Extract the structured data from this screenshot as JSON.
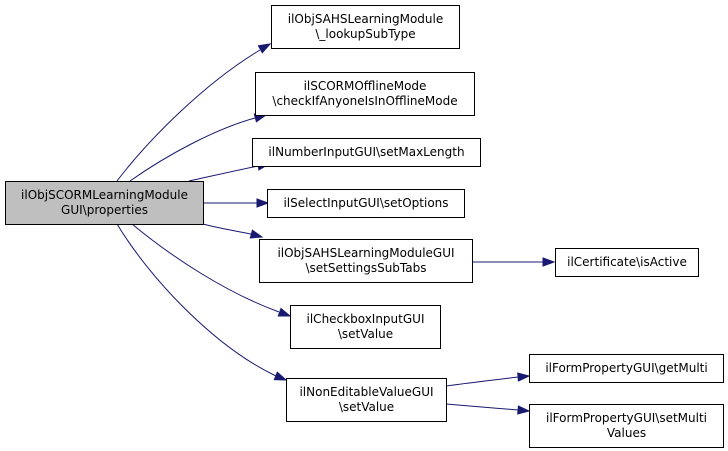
{
  "diagram": {
    "nodes": [
      {
        "id": "root",
        "lines": [
          "ilObjSCORMLearningModule",
          "GUI\\properties"
        ],
        "root": true
      },
      {
        "id": "sahs_lookup",
        "lines": [
          "ilObjSAHSLearningModule",
          "\\_lookupSubType"
        ]
      },
      {
        "id": "scorm_offline",
        "lines": [
          "ilSCORMOfflineMode",
          "\\checkIfAnyoneIsInOfflineMode"
        ]
      },
      {
        "id": "number_input",
        "lines": [
          "ilNumberInputGUI\\setMaxLength"
        ]
      },
      {
        "id": "select_input",
        "lines": [
          "ilSelectInputGUI\\setOptions"
        ]
      },
      {
        "id": "sahs_gui",
        "lines": [
          "ilObjSAHSLearningModuleGUI",
          "\\setSettingsSubTabs"
        ]
      },
      {
        "id": "certificate",
        "lines": [
          "ilCertificate\\isActive"
        ]
      },
      {
        "id": "checkbox_input",
        "lines": [
          "ilCheckboxInputGUI",
          "\\setValue"
        ]
      },
      {
        "id": "noneditable",
        "lines": [
          "ilNonEditableValueGUI",
          "\\setValue"
        ]
      },
      {
        "id": "form_getmulti",
        "lines": [
          "ilFormPropertyGUI\\getMulti"
        ]
      },
      {
        "id": "form_setmulti",
        "lines": [
          "ilFormPropertyGUI\\setMulti",
          "Values"
        ]
      }
    ],
    "edges": [
      {
        "from": "root",
        "to": "sahs_lookup"
      },
      {
        "from": "root",
        "to": "scorm_offline"
      },
      {
        "from": "root",
        "to": "number_input"
      },
      {
        "from": "root",
        "to": "select_input"
      },
      {
        "from": "root",
        "to": "sahs_gui"
      },
      {
        "from": "root",
        "to": "checkbox_input"
      },
      {
        "from": "root",
        "to": "noneditable"
      },
      {
        "from": "sahs_gui",
        "to": "certificate"
      },
      {
        "from": "noneditable",
        "to": "form_getmulti"
      },
      {
        "from": "noneditable",
        "to": "form_setmulti"
      }
    ],
    "colors": {
      "edge": "#191970",
      "root_fill": "#bfbfbf",
      "node_fill": "#ffffff",
      "border": "#000000"
    }
  }
}
